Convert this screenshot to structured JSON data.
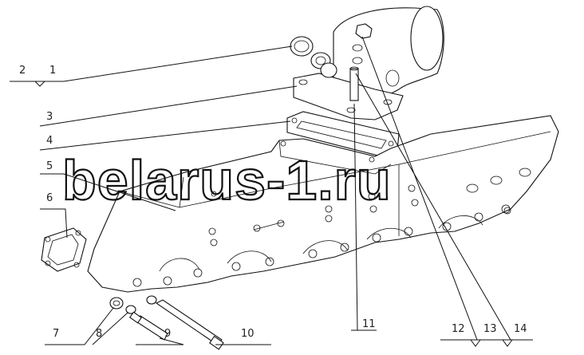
{
  "watermark": "belarus-1.ru",
  "callouts": {
    "c1": "1",
    "c2": "2",
    "c3": "3",
    "c4": "4",
    "c5": "5",
    "c6": "6",
    "c7": "7",
    "c8": "8",
    "c9": "9",
    "c10": "10",
    "c11": "11",
    "c12": "12",
    "c13": "13",
    "c14": "14"
  }
}
